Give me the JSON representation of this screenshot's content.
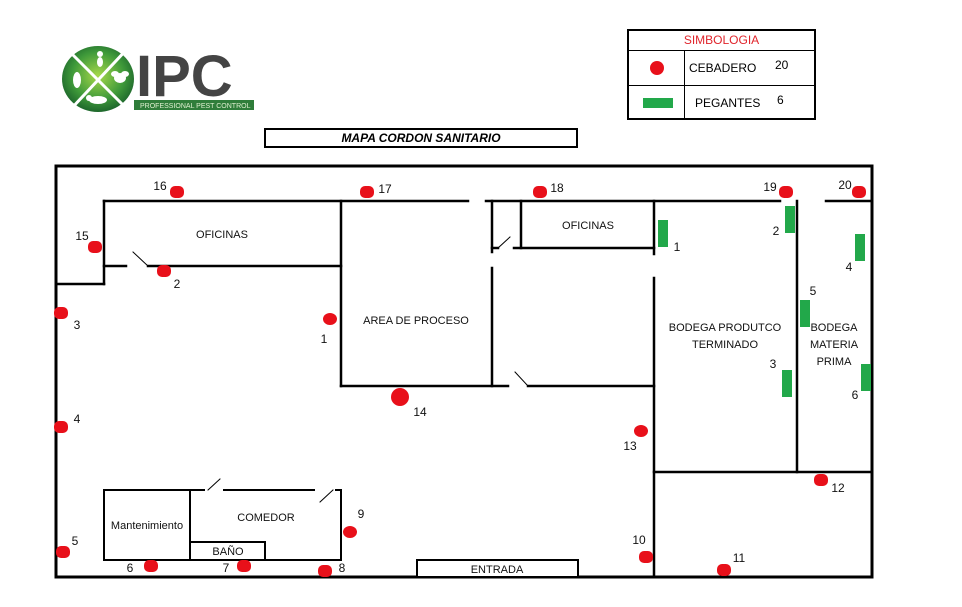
{
  "logo": {
    "brand": "IPC",
    "tagline": "PROFESSIONAL PEST CONTROL",
    "colors": {
      "green_dark": "#1f6b32",
      "green_light": "#7cc242",
      "text_gray": "#4a4a4a"
    }
  },
  "legend": {
    "title": "SIMBOLOGIA",
    "items": [
      {
        "symbol": "red-circle",
        "label": "CEBADERO",
        "count": "20",
        "color": "#e8101a"
      },
      {
        "symbol": "green-rectangle",
        "label": "PEGANTES",
        "count": "6",
        "color": "#22a84a"
      }
    ]
  },
  "map_title": "MAPA CORDON SANITARIO",
  "rooms": {
    "oficinas_1": "OFICINAS",
    "oficinas_2": "OFICINAS",
    "area_proceso": "AREA DE PROCESO",
    "bodega_pt_1": "BODEGA PRODUTCO",
    "bodega_pt_2": "TERMINADO",
    "bodega_mp_1": "BODEGA",
    "bodega_mp_2": "MATERIA",
    "bodega_mp_3": "PRIMA",
    "mantenimiento": "Mantenimiento",
    "comedor": "COMEDOR",
    "bano": "BAÑO",
    "entrada": "ENTRADA"
  },
  "cebaderos": [
    {
      "id": "1",
      "label": "1"
    },
    {
      "id": "2",
      "label": "2"
    },
    {
      "id": "3",
      "label": "3"
    },
    {
      "id": "4",
      "label": "4"
    },
    {
      "id": "5",
      "label": "5"
    },
    {
      "id": "6",
      "label": "6"
    },
    {
      "id": "7",
      "label": "7"
    },
    {
      "id": "8",
      "label": "8"
    },
    {
      "id": "9",
      "label": "9"
    },
    {
      "id": "10",
      "label": "10"
    },
    {
      "id": "11",
      "label": "11"
    },
    {
      "id": "12",
      "label": "12"
    },
    {
      "id": "13",
      "label": "13"
    },
    {
      "id": "14",
      "label": "14"
    },
    {
      "id": "15",
      "label": "15"
    },
    {
      "id": "16",
      "label": "16"
    },
    {
      "id": "17",
      "label": "17"
    },
    {
      "id": "18",
      "label": "18"
    },
    {
      "id": "19",
      "label": "19"
    },
    {
      "id": "20",
      "label": "20"
    }
  ],
  "pegantes": [
    {
      "id": "1",
      "label": "1"
    },
    {
      "id": "2",
      "label": "2"
    },
    {
      "id": "3",
      "label": "3"
    },
    {
      "id": "4",
      "label": "4"
    },
    {
      "id": "5",
      "label": "5"
    },
    {
      "id": "6",
      "label": "6"
    }
  ]
}
